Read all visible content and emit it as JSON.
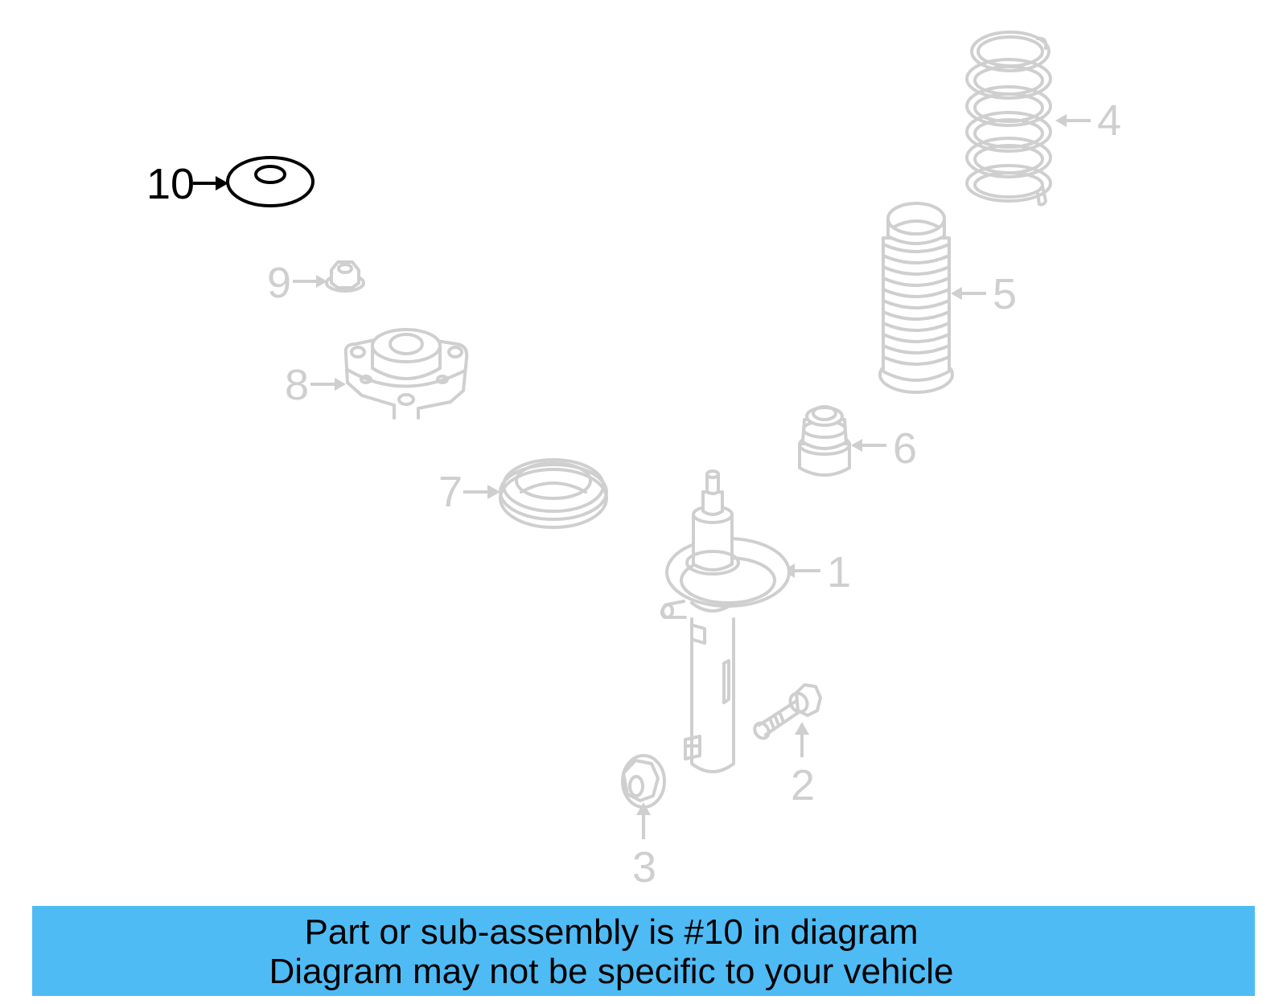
{
  "diagram": {
    "title": "Front strut / suspension exploded diagram",
    "highlight_color": "#000000",
    "muted_color": "#cfcfcf",
    "highlighted_part": "10",
    "callouts": [
      {
        "id": "1",
        "label": "1",
        "part": "strut-assembly"
      },
      {
        "id": "2",
        "label": "2",
        "part": "bolt"
      },
      {
        "id": "3",
        "label": "3",
        "part": "nut"
      },
      {
        "id": "4",
        "label": "4",
        "part": "coil-spring"
      },
      {
        "id": "5",
        "label": "5",
        "part": "dust-boot"
      },
      {
        "id": "6",
        "label": "6",
        "part": "bump-stop"
      },
      {
        "id": "7",
        "label": "7",
        "part": "strut-bearing"
      },
      {
        "id": "8",
        "label": "8",
        "part": "strut-mount"
      },
      {
        "id": "9",
        "label": "9",
        "part": "flange-nut"
      },
      {
        "id": "10",
        "label": "10",
        "part": "washer"
      }
    ]
  },
  "banner": {
    "background": "#4fbbf5",
    "line1": "Part or sub-assembly is #10 in diagram",
    "line2": "Diagram may not be specific to your vehicle"
  }
}
